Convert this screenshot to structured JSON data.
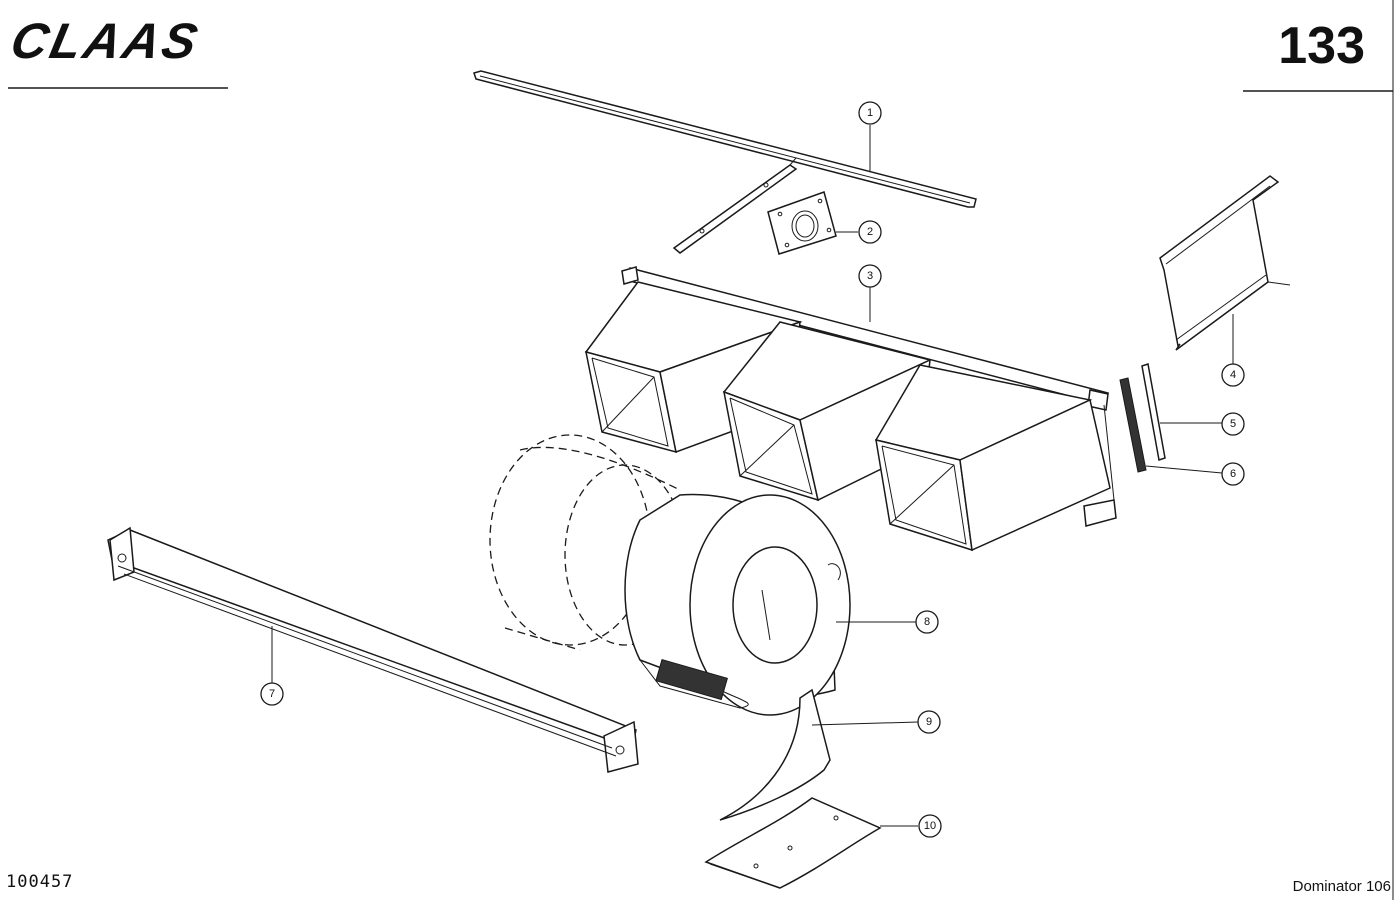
{
  "header": {
    "brand": "CLAAS",
    "page_number": "133"
  },
  "footer": {
    "drawing_number": "100457",
    "model": "Dominator 106"
  },
  "callouts": [
    "1",
    "2",
    "3",
    "4",
    "5",
    "6",
    "7",
    "8",
    "9",
    "10"
  ]
}
